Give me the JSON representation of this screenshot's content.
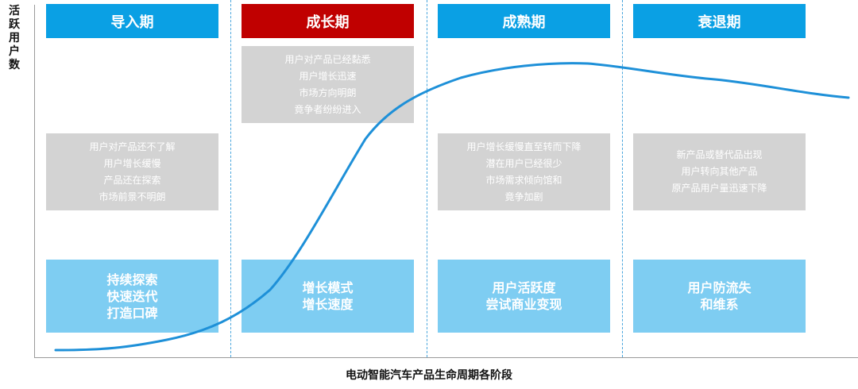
{
  "y_axis_label": "活跃用户数",
  "x_axis_label": "电动智能汽车产品生命周期各阶段",
  "colors": {
    "header_default": "#0aa0e4",
    "header_active": "#c00000",
    "curve": "#1e90d8",
    "info_box": "#d3d3d3",
    "strategy_box": "#7ecdf2"
  },
  "phases": [
    {
      "title": "导入期",
      "active": false,
      "characteristics": [
        "用户对产品还不了解",
        "用户增长缓慢",
        "产品还在探索",
        "市场前景不明朗"
      ],
      "strategy": [
        "持续探索",
        "快速迭代",
        "打造口碑"
      ]
    },
    {
      "title": "成长期",
      "active": true,
      "characteristics": [
        "用户对产品已经黏悉",
        "用户增长迅速",
        "市场方向明朗",
        "竟争者纷纷进入"
      ],
      "strategy": [
        "增长模式",
        "增长速度"
      ]
    },
    {
      "title": "成熟期",
      "active": false,
      "characteristics": [
        "用户增长缓慢直至转而下降",
        "潜在用户已经很少",
        "市场需求倾向馆和",
        "竟争加剧"
      ],
      "strategy": [
        "用户活跃度",
        "尝试商业变现"
      ]
    },
    {
      "title": "衰退期",
      "active": false,
      "characteristics": [
        "新产品或替代品出现",
        "用户转向其他产品",
        "原产品用户量迅速下降"
      ],
      "strategy": [
        "用户防流失",
        "和维系"
      ]
    }
  ]
}
